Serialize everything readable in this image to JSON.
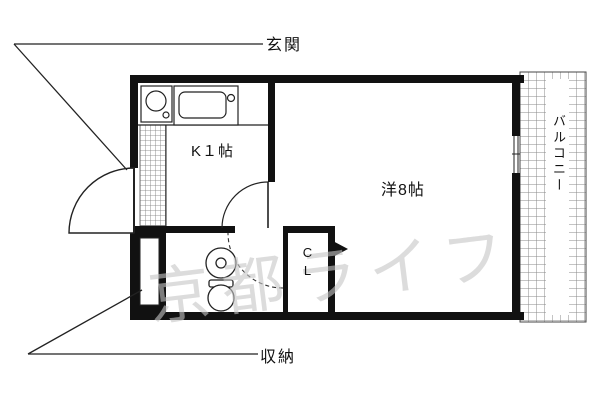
{
  "page": {
    "title": "apartment-floorplan"
  },
  "labels": {
    "entrance": "玄関",
    "kitchen": "K１帖",
    "main_room": "洋8帖",
    "closet": "CL",
    "balcony": "バルコニー",
    "storage": "収納"
  },
  "watermark": {
    "text": "京都ライフ",
    "color": "#c6c6c6"
  },
  "colors": {
    "background": "#ffffff",
    "wall": "#111111",
    "line": "#222222",
    "hatch_grid": "#888888",
    "watermark": "#c6c6c6"
  }
}
